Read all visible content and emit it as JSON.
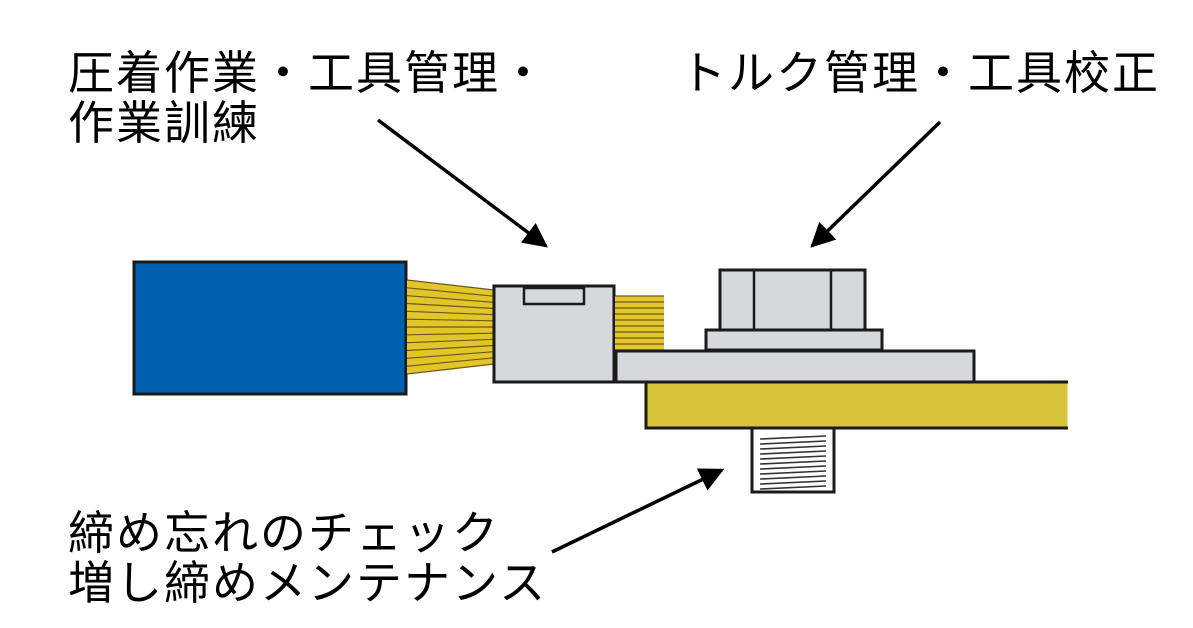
{
  "labels": {
    "crimp": {
      "line1": "圧着作業・工具管理・",
      "line2": "作業訓練"
    },
    "torque": {
      "line1": "トルク管理・工具校正"
    },
    "check": {
      "line1": "締め忘れのチェック",
      "line2": "増し締めメンテナンス"
    }
  },
  "colors": {
    "cable_jacket": "#0060b0",
    "wire_strands": "#e3c52c",
    "terminal": "#d6d8dc",
    "busbar": "#d8c43a",
    "outline": "#1a1a1a",
    "arrow": "#000000"
  },
  "icons": {
    "cable": "cable-icon",
    "terminal": "crimp-terminal-icon",
    "bolt": "bolt-head-icon",
    "busbar": "busbar-icon",
    "thread": "bolt-thread-icon"
  }
}
